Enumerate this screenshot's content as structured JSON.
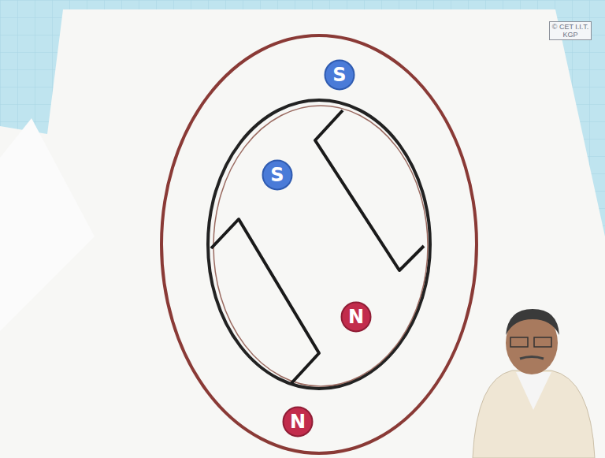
{
  "diagram": {
    "nodes": [
      {
        "text": [
          "S"
        ]
      },
      {
        "text": [
          "S"
        ]
      },
      {
        "text": [
          "N"
        ]
      },
      {
        "text": [
          "N"
        ]
      }
    ],
    "labels": [
      "© CET I.I.T. KGP"
    ]
  }
}
